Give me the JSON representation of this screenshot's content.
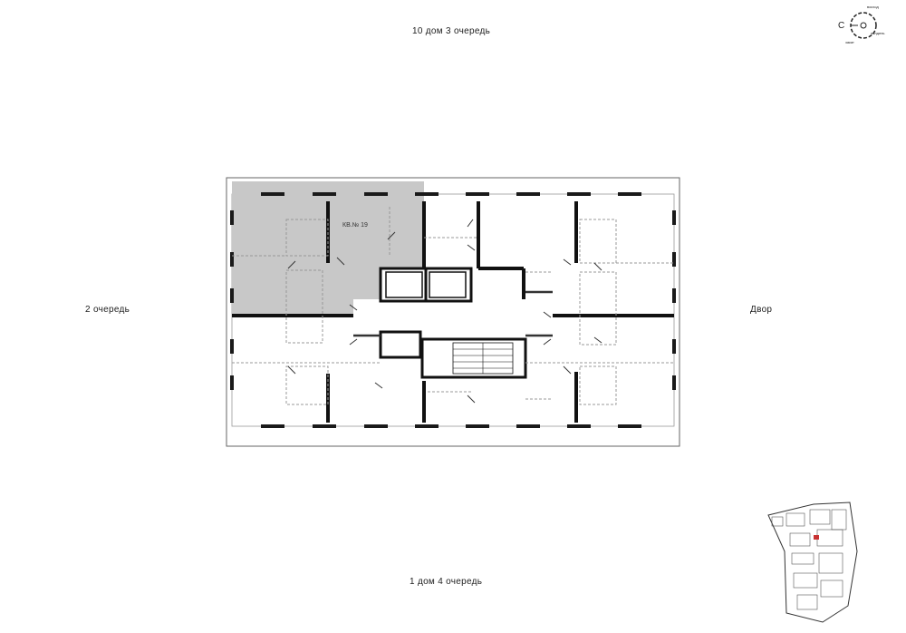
{
  "labels": {
    "top": "10 дом 3 очередь",
    "left": "2 очередь",
    "right": "Двор",
    "bottom": "1 дом 4 очередь"
  },
  "apartment": {
    "label": "КВ.№ 19",
    "highlight_color": "#c8c8c8"
  },
  "compass": {
    "north": "С",
    "east_label": "восход",
    "west_label": "закат",
    "south_label": "полдень"
  },
  "colors": {
    "wall": "#111111",
    "line": "#555555",
    "dashed": "#999999",
    "highlight": "#c8c8c8"
  }
}
